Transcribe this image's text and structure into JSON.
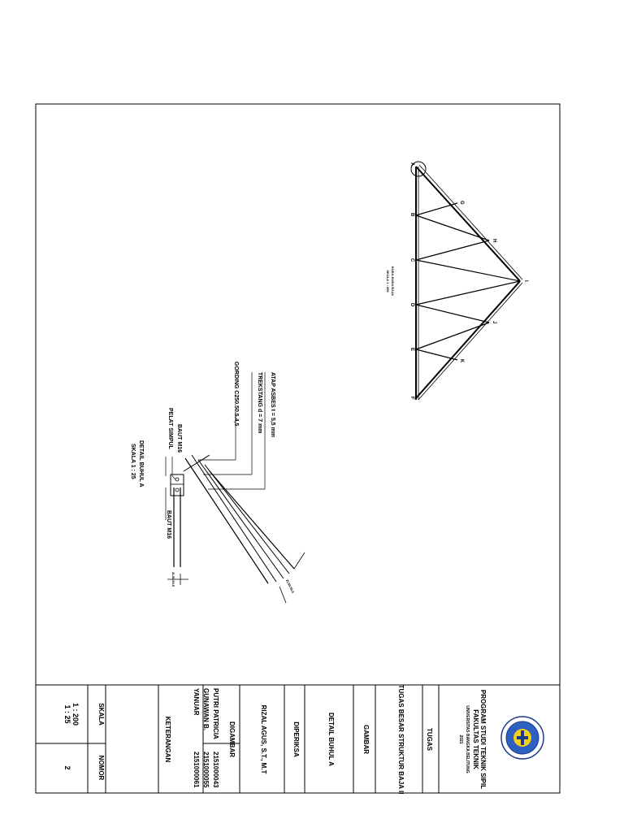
{
  "title_block": {
    "institution": {
      "line1": "PROGRAM STUDI TEKNIK SIPIL",
      "line2": "FAKULTAS TEKNIK",
      "line3": "UNIVERSITAS BANGKA BELITUNG",
      "line4": "2021"
    },
    "tugas_header": "TUGAS",
    "tugas_value": "TUGAS BESAR STRUKTUR BAJA II",
    "gambar_header": "GAMBAR",
    "gambar_value": "DETAIL BUHUL A",
    "diperiksa_header": "DIPERIKSA",
    "diperiksa_value": "RIZAL AGUS, S.T., M.T",
    "digambar_header": "DIGAMBAR",
    "students": [
      {
        "name": "PUTRI PATRICIA",
        "nim": "2151000043"
      },
      {
        "name": "GUNAWAN B.",
        "nim": "2151000055"
      },
      {
        "name": "YANUAR",
        "nim": "2151000061"
      }
    ],
    "keterangan_header": "KETERANGAN",
    "skala_header": "SKALA",
    "skala_values": [
      "1 : 200",
      "1 : 25"
    ],
    "nomor_header": "NOMOR",
    "nomor_value": "2"
  },
  "truss": {
    "caption_title": "KUDA-KUDA BAJA",
    "caption_scale": "SKALA 1 : 200",
    "node_labels": [
      "A",
      "B",
      "C",
      "D",
      "E",
      "F",
      "G",
      "H",
      "I",
      "J",
      "K"
    ]
  },
  "detail": {
    "callouts": {
      "atap": "ATAP ASBES t = 5,5 mm",
      "trekstang": "TREKSTANG d = 7 mm",
      "gording": "GORDING C250.50.5.4,5",
      "baut_top": "BAUT M16",
      "pelat": "PELAT SIMPUL",
      "baut_side": "BAUT M16"
    },
    "caption_title": "DETAIL BUHUL A",
    "caption_scale": "SKALA 1 : 25",
    "profile_tag_1": "2L50.50.5",
    "profile_tag_2": "2L50.50.5"
  }
}
